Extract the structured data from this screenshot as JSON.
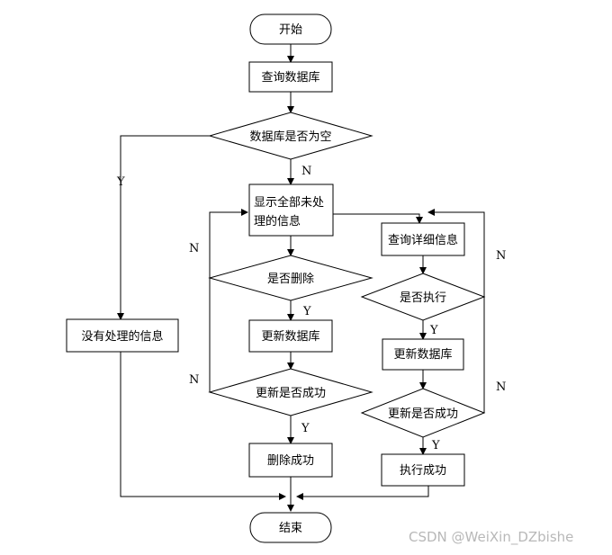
{
  "nodes": {
    "start": "开始",
    "query_db": "查询数据库",
    "db_empty": "数据库是否为空",
    "no_info": "没有处理的信息",
    "show_all": [
      "显示全部未处",
      "理的信息"
    ],
    "delete_q": "是否删除",
    "update_db_left": "更新数据库",
    "update_ok_left": "更新是否成功",
    "delete_ok": "删除成功",
    "query_detail": "查询详细信息",
    "execute_q": "是否执行",
    "update_db_right": "更新数据库",
    "update_ok_right": "更新是否成功",
    "execute_ok": "执行成功",
    "end": "结束"
  },
  "edge_labels": {
    "y_empty": "Y",
    "n_empty": "N",
    "n_delete": "N",
    "y_delete": "Y",
    "n_update_left": "N",
    "y_update_left": "Y",
    "n_execute": "N",
    "y_execute": "Y",
    "n_update_right": "N",
    "y_update_right": "Y"
  },
  "watermark": "CSDN @WeiXin_DZbishe"
}
